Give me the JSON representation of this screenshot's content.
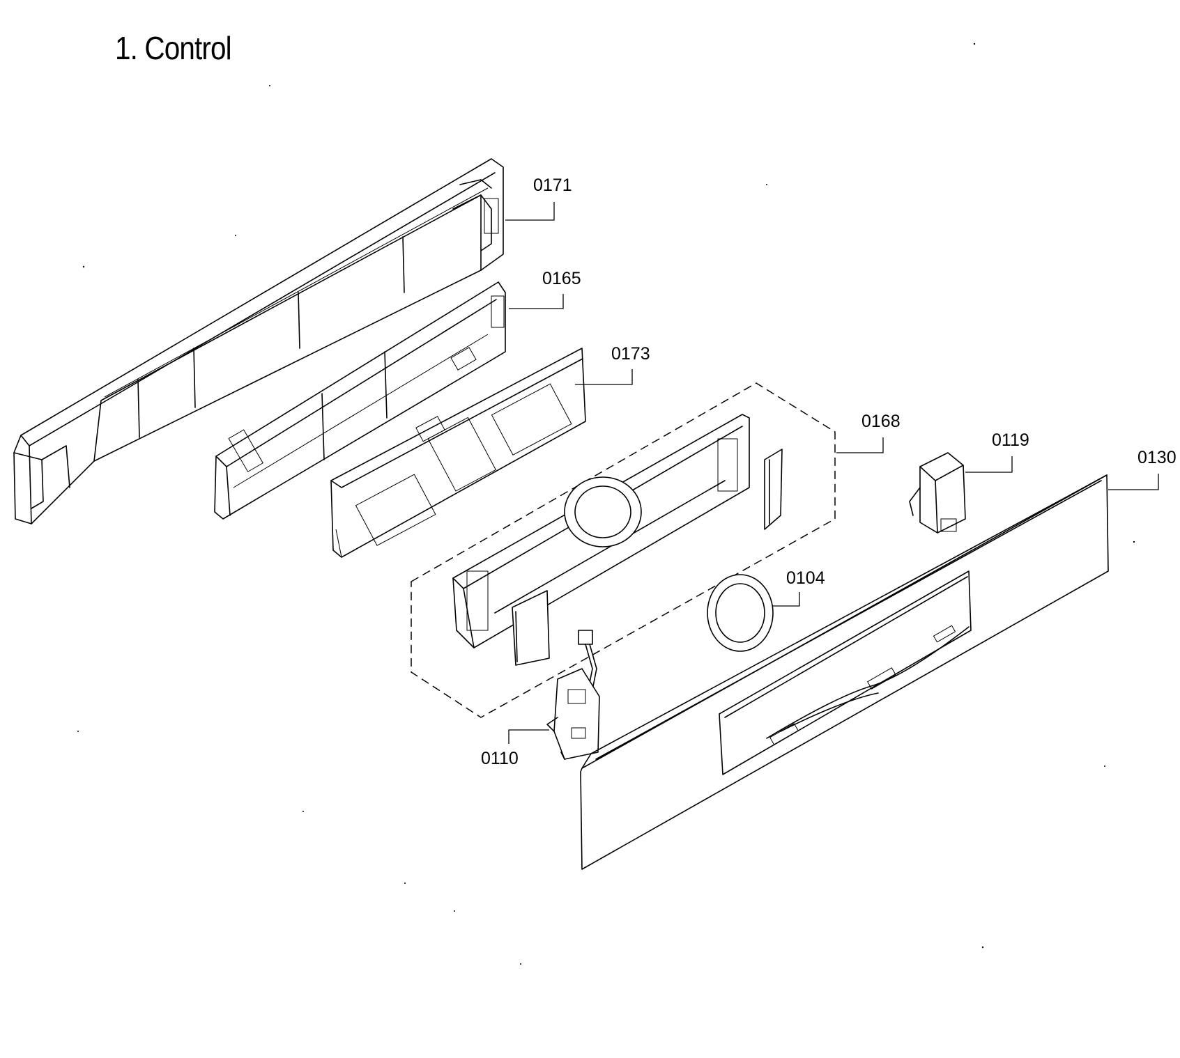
{
  "title": "1. Control",
  "callouts": {
    "p0171": "0171",
    "p0165": "0165",
    "p0173": "0173",
    "p0168": "0168",
    "p0119": "0119",
    "p0130": "0130",
    "p0104": "0104",
    "p0110": "0110"
  }
}
